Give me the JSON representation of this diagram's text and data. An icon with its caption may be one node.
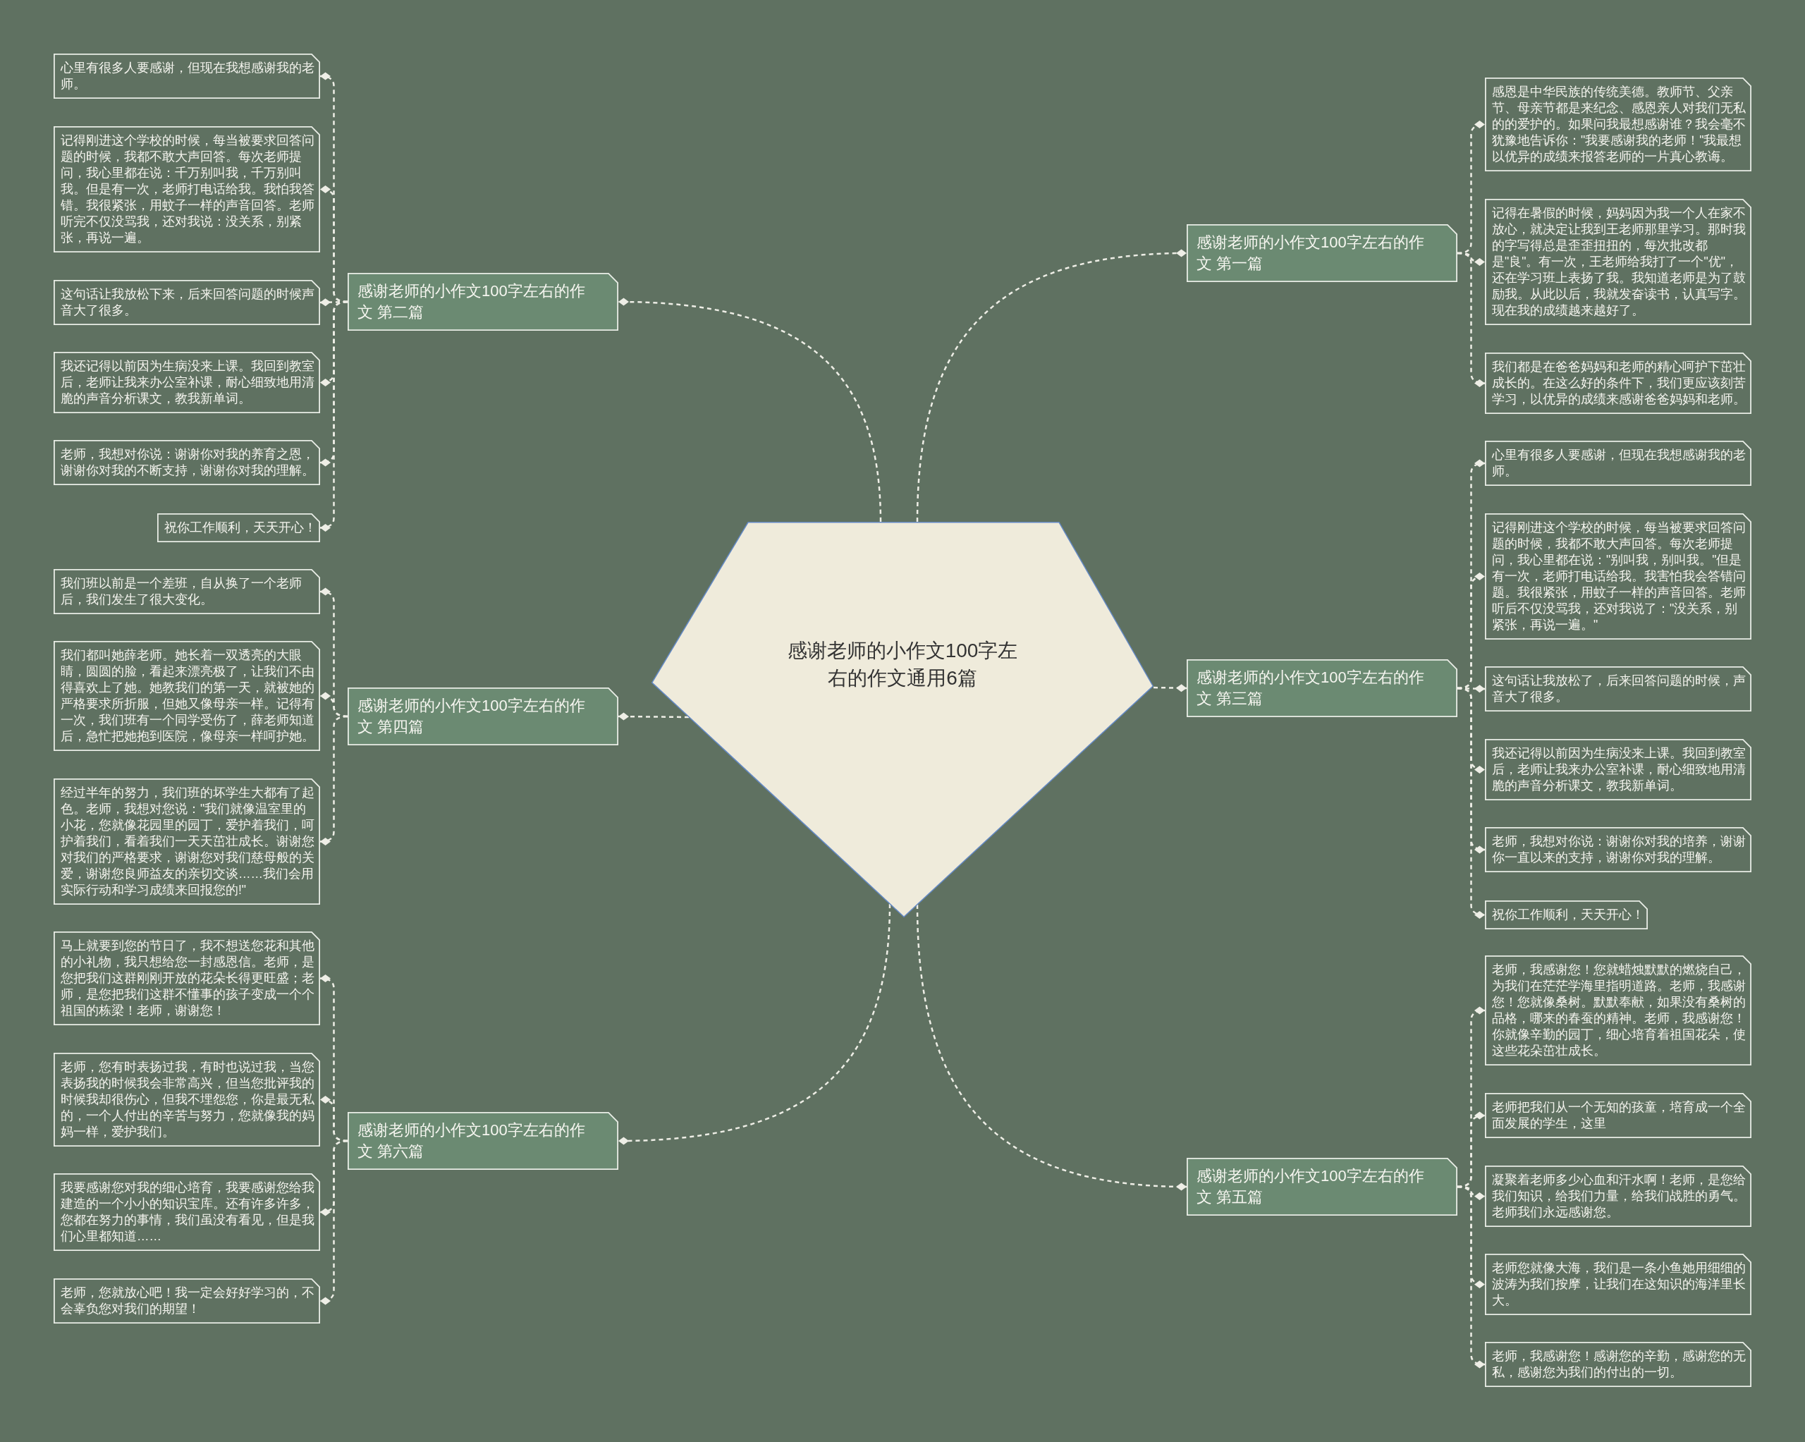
{
  "diagram": {
    "nodes": [
      {
        "text": [
          "感谢老师的小作文100字左右的作文通用6篇"
        ]
      },
      {
        "text": [
          "感谢老师的小作文100字左右的作文 第一篇"
        ]
      },
      {
        "text": [
          "感恩是中华民族的传统美德。教师节、父亲节、母亲节都是来纪念、感恩亲人对我们无私的的爱护的。如果问我最想感谢谁？我会毫不犹豫地告诉你：\"我要感谢我的老师！\"我最想以优异的成绩来报答老师的一片真心教诲。"
        ]
      },
      {
        "text": [
          "记得在暑假的时候，妈妈因为我一个人在家不放心，就决定让我到王老师那里学习。那时我的字写得总是歪歪扭扭的，每次批改都是\"良\"。有一次，王老师给我打了一个\"优\"，还在学习班上表扬了我。我知道老师是为了鼓励我。从此以后，我就发奋读书，认真写字。现在我的成绩越来越好了。"
        ]
      },
      {
        "text": [
          "我们都是在爸爸妈妈和老师的精心呵护下茁壮成长的。在这么好的条件下，我们更应该刻苦学习，以优异的成绩来感谢爸爸妈妈和老师。"
        ]
      },
      {
        "text": [
          "感谢老师的小作文100字左右的作文 第二篇"
        ]
      },
      {
        "text": [
          "心里有很多人要感谢，但现在我想感谢我的老师。"
        ]
      },
      {
        "text": [
          "记得刚进这个学校的时候，每当被要求回答问题的时候，我都不敢大声回答。每次老师提问，我心里都在说：千万别叫我，千万别叫我。但是有一次，老师打电话给我。我怕我答错。我很紧张，用蚊子一样的声音回答。老师听完不仅没骂我，还对我说：没关系，别紧张，再说一遍。"
        ]
      },
      {
        "text": [
          "这句话让我放松下来，后来回答问题的时候声音大了很多。"
        ]
      },
      {
        "text": [
          "我还记得以前因为生病没来上课。我回到教室后，老师让我来办公室补课，耐心细致地用清脆的声音分析课文，教我新单词。"
        ]
      },
      {
        "text": [
          "老师，我想对你说：谢谢你对我的养育之恩，谢谢你对我的不断支持，谢谢你对我的理解。"
        ]
      },
      {
        "text": [
          "祝你工作顺利，天天开心！"
        ]
      },
      {
        "text": [
          "感谢老师的小作文100字左右的作文 第三篇"
        ]
      },
      {
        "text": [
          "心里有很多人要感谢，但现在我想感谢我的老师。"
        ]
      },
      {
        "text": [
          "记得刚进这个学校的时候，每当被要求回答问题的时候，我都不敢大声回答。每次老师提问，我心里都在说：\"别叫我，别叫我。\"但是有一次，老师打电话给我。我害怕我会答错问题。我很紧张，用蚊子一样的声音回答。老师听后不仅没骂我，还对我说了：\"没关系，别紧张，再说一遍。\""
        ]
      },
      {
        "text": [
          "这句话让我放松了，后来回答问题的时候，声音大了很多。"
        ]
      },
      {
        "text": [
          "我还记得以前因为生病没来上课。我回到教室后，老师让我来办公室补课，耐心细致地用清脆的声音分析课文，教我新单词。"
        ]
      },
      {
        "text": [
          "老师，我想对你说：谢谢你对我的培养，谢谢你一直以来的支持，谢谢你对我的理解。"
        ]
      },
      {
        "text": [
          "祝你工作顺利，天天开心！"
        ]
      },
      {
        "text": [
          "感谢老师的小作文100字左右的作文 第四篇"
        ]
      },
      {
        "text": [
          "我们班以前是一个差班，自从换了一个老师后，我们发生了很大变化。"
        ]
      },
      {
        "text": [
          "我们都叫她薛老师。她长着一双透亮的大眼睛，圆圆的脸，看起来漂亮极了，让我们不由得喜欢上了她。她教我们的第一天，就被她的严格要求所折服，但她又像母亲一样。记得有一次，我们班有一个同学受伤了，薛老师知道后，急忙把她抱到医院，像母亲一样呵护她。"
        ]
      },
      {
        "text": [
          "经过半年的努力，我们班的坏学生大都有了起色。老师，我想对您说：\"我们就像温室里的小花，您就像花园里的园丁，爱护着我们，呵护着我们，看着我们一天天茁壮成长。谢谢您对我们的严格要求，谢谢您对我们慈母般的关爱，谢谢您良师益友的亲切交谈……我们会用实际行动和学习成绩来回报您的!\""
        ]
      },
      {
        "text": [
          "感谢老师的小作文100字左右的作文 第五篇"
        ]
      },
      {
        "text": [
          "老师，我感谢您！您就蜡烛默默的燃烧自己，为我们在茫茫学海里指明道路。老师，我感谢您！您就像桑树。默默奉献，如果没有桑树的品格，哪来的春蚕的精神。老师，我感谢您！你就像辛勤的园丁，细心培育着祖国花朵，使这些花朵茁壮成长。"
        ]
      },
      {
        "text": [
          "老师把我们从一个无知的孩童，培育成一个全面发展的学生，这里"
        ]
      },
      {
        "text": [
          "凝聚着老师多少心血和汗水啊！老师，是您给我们知识，给我们力量，给我们战胜的勇气。老师我们永远感谢您。"
        ]
      },
      {
        "text": [
          "老师您就像大海，我们是一条小鱼她用细细的波涛为我们按摩，让我们在这知识的海洋里长大。"
        ]
      },
      {
        "text": [
          "老师，我感谢您！感谢您的辛勤，感谢您的无私，感谢您为我们的付出的一切。"
        ]
      },
      {
        "text": [
          "感谢老师的小作文100字左右的作文 第六篇"
        ]
      },
      {
        "text": [
          "马上就要到您的节日了，我不想送您花和其他的小礼物，我只想给您一封感恩信。老师，是您把我们这群刚刚开放的花朵长得更旺盛；老师，是您把我们这群不懂事的孩子变成一个个祖国的栋梁！老师，谢谢您！"
        ]
      },
      {
        "text": [
          "老师，您有时表扬过我，有时也说过我，当您表扬我的时候我会非常高兴，但当您批评我的时候我却很伤心，但我不埋怨您，你是最无私的，一个人付出的辛苦与努力，您就像我的妈妈一样，爱护我们。"
        ]
      },
      {
        "text": [
          "我要感谢您对我的细心培育，我要感谢您给我建造的一个小小的知识宝库。还有许多许多，您都在努力的事情，我们虽没有看见，但是我们心里都知道……"
        ]
      },
      {
        "text": [
          "老师，您就放心吧！我一定会好好学习的，不会辜负您对我们的期望！"
        ]
      }
    ],
    "edges": [
      {
        "from": 0,
        "to": 1,
        "arrow": "other"
      },
      {
        "from": 1,
        "to": 2,
        "arrow": "other"
      },
      {
        "from": 1,
        "to": 3,
        "arrow": "other"
      },
      {
        "from": 1,
        "to": 4,
        "arrow": "other"
      },
      {
        "from": 0,
        "to": 5,
        "arrow": "other"
      },
      {
        "from": 5,
        "to": 6,
        "arrow": "other"
      },
      {
        "from": 5,
        "to": 7,
        "arrow": "other"
      },
      {
        "from": 5,
        "to": 8,
        "arrow": "other"
      },
      {
        "from": 5,
        "to": 9,
        "arrow": "other"
      },
      {
        "from": 5,
        "to": 10,
        "arrow": "other"
      },
      {
        "from": 5,
        "to": 11,
        "arrow": "other"
      },
      {
        "from": 0,
        "to": 12,
        "arrow": "other"
      },
      {
        "from": 12,
        "to": 13,
        "arrow": "other"
      },
      {
        "from": 12,
        "to": 14,
        "arrow": "other"
      },
      {
        "from": 12,
        "to": 15,
        "arrow": "other"
      },
      {
        "from": 12,
        "to": 16,
        "arrow": "other"
      },
      {
        "from": 12,
        "to": 17,
        "arrow": "other"
      },
      {
        "from": 12,
        "to": 18,
        "arrow": "other"
      },
      {
        "from": 0,
        "to": 19,
        "arrow": "other"
      },
      {
        "from": 19,
        "to": 20,
        "arrow": "other"
      },
      {
        "from": 19,
        "to": 21,
        "arrow": "other"
      },
      {
        "from": 19,
        "to": 22,
        "arrow": "other"
      },
      {
        "from": 0,
        "to": 23,
        "arrow": "other"
      },
      {
        "from": 23,
        "to": 24,
        "arrow": "other"
      },
      {
        "from": 23,
        "to": 25,
        "arrow": "other"
      },
      {
        "from": 23,
        "to": 26,
        "arrow": "other"
      },
      {
        "from": 23,
        "to": 27,
        "arrow": "other"
      },
      {
        "from": 23,
        "to": 28,
        "arrow": "other"
      },
      {
        "from": 0,
        "to": 29,
        "arrow": "other"
      },
      {
        "from": 29,
        "to": 30,
        "arrow": "other"
      },
      {
        "from": 29,
        "to": 31,
        "arrow": "other"
      },
      {
        "from": 29,
        "to": 32,
        "arrow": "other"
      },
      {
        "from": 29,
        "to": 33,
        "arrow": "other"
      }
    ]
  }
}
